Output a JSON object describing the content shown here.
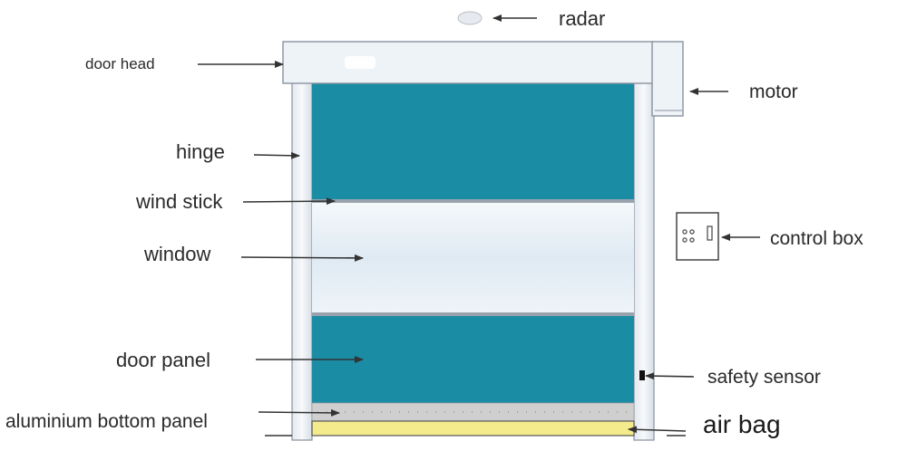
{
  "labels": {
    "radar": "radar",
    "door_head": "door head",
    "motor": "motor",
    "hinge": "hinge",
    "wind_stick": "wind stick",
    "window": "window",
    "control_box": "control box",
    "door_panel": "door panel",
    "safety_sensor": "safety sensor",
    "aluminium_bottom_panel": "aluminium bottom panel",
    "air_bag": "air bag"
  },
  "colors": {
    "panel_teal": "#1a8ca4",
    "window_light": "#e6f0f7",
    "frame_light": "#eef3f8",
    "frame_edge": "#8a929e",
    "air_bag_yellow": "#f3eb8c",
    "bottom_panel_grey": "#cfcfcf",
    "arrow": "#333333"
  }
}
